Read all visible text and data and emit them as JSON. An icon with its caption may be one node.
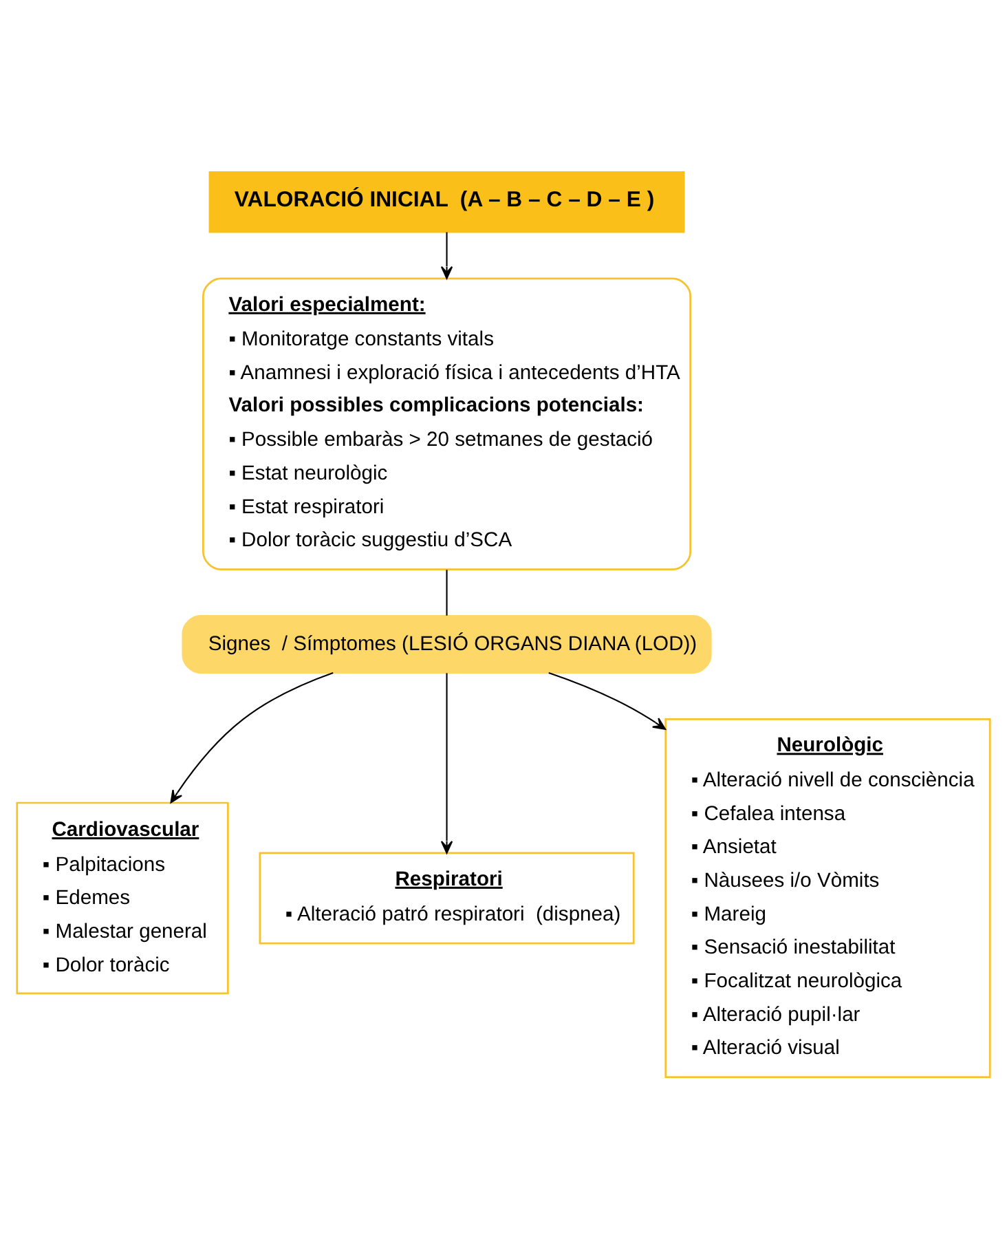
{
  "diagram": {
    "nodes": [
      {
        "text": [
          "VALORACIÓ INICIAL  (A – B – C – D – E )"
        ]
      },
      {
        "text": [
          "Valori especialment:",
          "▪ Monitoratge constants vitals",
          "▪ Anamnesi i exploració física i antecedents d’HTA",
          "Valori possibles complicacions potencials:",
          "▪ Possible embaràs > 20 setmanes de gestació",
          "▪ Estat neurològic",
          "▪ Estat respiratori",
          "▪ Dolor toràcic suggestiu d’SCA"
        ]
      },
      {
        "text": [
          "Signes  / Símptomes (LESIÓ ORGANS DIANA (LOD))"
        ]
      },
      {
        "text": [
          "Cardiovascular",
          "▪ Palpitacions",
          "▪ Edemes",
          "▪ Malestar general",
          "▪ Dolor toràcic"
        ]
      },
      {
        "text": [
          "Respiratori",
          "▪ Alteració patró respiratori  (dispnea)"
        ]
      },
      {
        "text": [
          "Neurològic",
          "▪ Alteració nivell de consciència",
          "▪ Cefalea intensa",
          "▪ Ansietat",
          "▪ Nàusees i/o Vòmits",
          "▪ Mareig",
          "▪ Sensació inestabilitat",
          "▪ Focalitzat neurològica",
          "▪ Alteració pupil·lar",
          "▪ Alteració visual"
        ]
      }
    ],
    "edges": [
      {
        "from": 0,
        "to": 1,
        "arrow": "to"
      },
      {
        "from": 1,
        "to": 2,
        "arrow": "none"
      },
      {
        "from": 2,
        "to": 3,
        "arrow": "to"
      },
      {
        "from": 2,
        "to": 4,
        "arrow": "to"
      },
      {
        "from": 2,
        "to": 5,
        "arrow": "to"
      }
    ]
  }
}
